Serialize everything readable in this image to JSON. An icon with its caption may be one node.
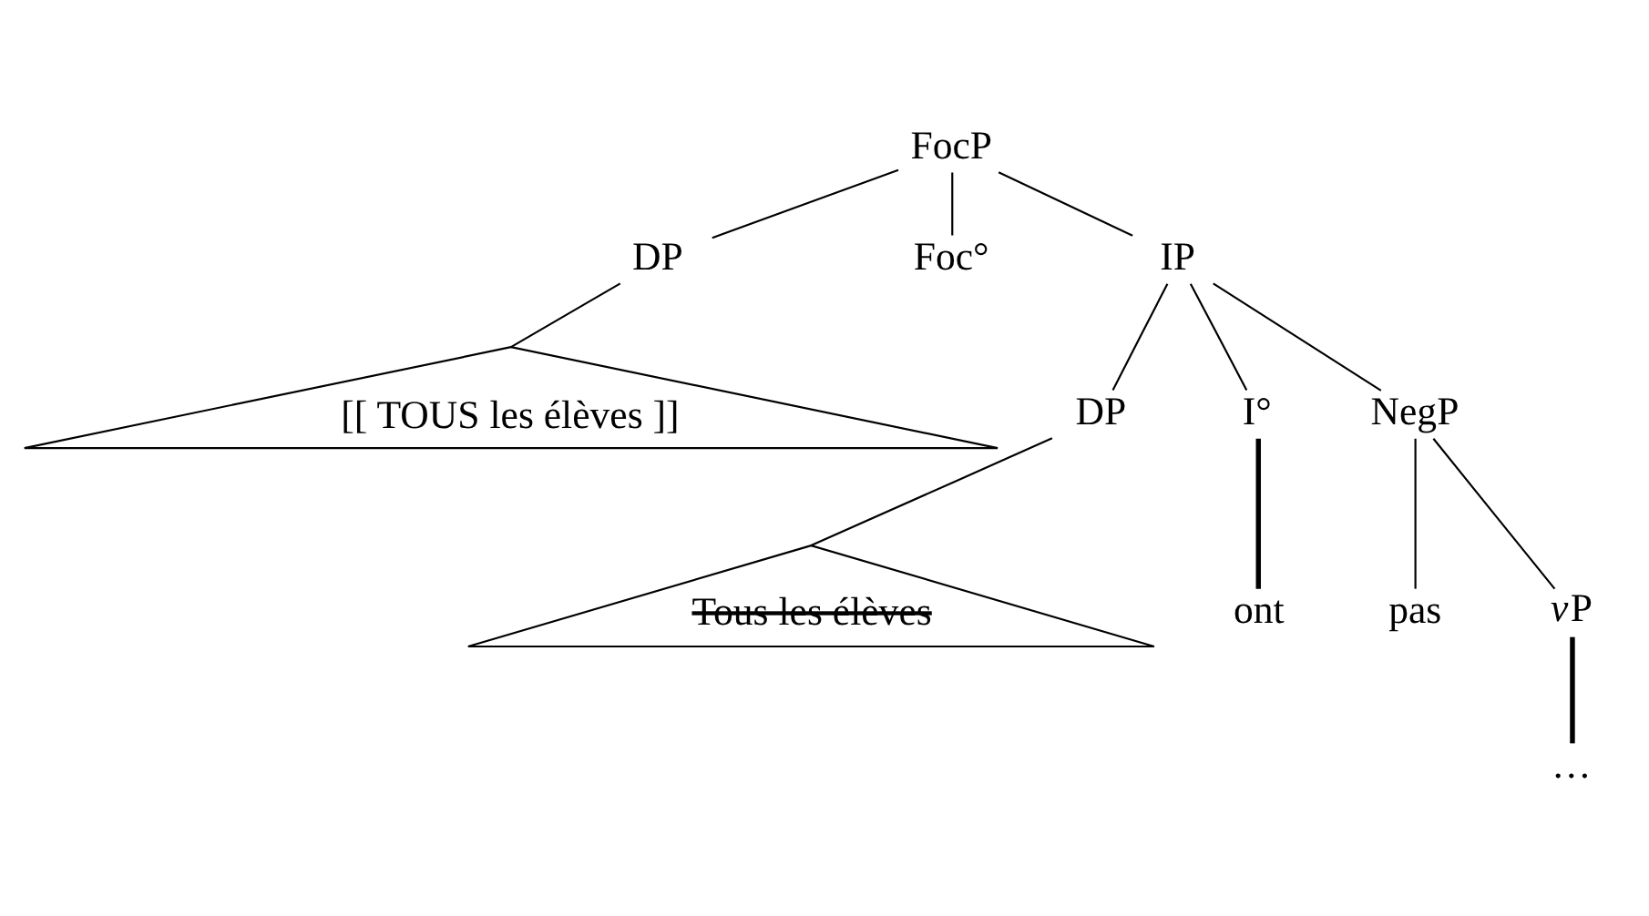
{
  "diagram": {
    "nodes": [
      {
        "text": [
          "FocP"
        ]
      },
      {
        "text": [
          "DP"
        ]
      },
      {
        "text": [
          "[[ TOUS les élèves ]]"
        ]
      },
      {
        "text": [
          "Foc°"
        ]
      },
      {
        "text": [
          "IP"
        ]
      },
      {
        "text": [
          "DP"
        ]
      },
      {
        "text": [
          "Tous les élèves"
        ]
      },
      {
        "text": [
          "I°"
        ]
      },
      {
        "text": [
          "NegP"
        ]
      },
      {
        "text": [
          "ont"
        ]
      },
      {
        "text": [
          "pas"
        ]
      },
      {
        "text": [
          "vP"
        ]
      },
      {
        "text": [
          "…"
        ]
      }
    ],
    "edges": [
      {
        "from": 0,
        "to": 1,
        "arrow": "none"
      },
      {
        "from": 0,
        "to": 3,
        "arrow": "none"
      },
      {
        "from": 0,
        "to": 4,
        "arrow": "none"
      },
      {
        "from": 1,
        "to": 2,
        "arrow": "none"
      },
      {
        "from": 4,
        "to": 5,
        "arrow": "none"
      },
      {
        "from": 4,
        "to": 7,
        "arrow": "none"
      },
      {
        "from": 4,
        "to": 8,
        "arrow": "none"
      },
      {
        "from": 5,
        "to": 6,
        "arrow": "none"
      },
      {
        "from": 7,
        "to": 9,
        "arrow": "none",
        "style": "thick"
      },
      {
        "from": 8,
        "to": 10,
        "arrow": "none"
      },
      {
        "from": 8,
        "to": 11,
        "arrow": "none"
      },
      {
        "from": 11,
        "to": 12,
        "arrow": "none",
        "style": "thick"
      }
    ]
  }
}
